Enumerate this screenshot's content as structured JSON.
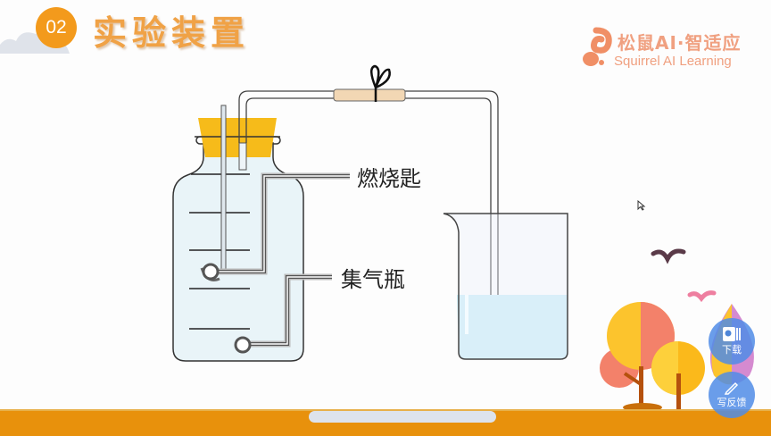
{
  "header": {
    "section_number": "02",
    "title": "实验装置"
  },
  "brand": {
    "name_cn": "松鼠AI·智适应",
    "name_en": "Squirrel AI Learning",
    "accent_color": "#f39a1c"
  },
  "diagram": {
    "labels": {
      "spoon": "燃烧匙",
      "gas_bottle": "集气瓶"
    },
    "colors": {
      "stopper": "#f6bb1a",
      "bottle_fill": "#e9f4f8",
      "water": "#cdeff8",
      "rubber_tube": "#f2d7b4"
    }
  },
  "floating_buttons": {
    "download_label": "下载",
    "feedback_label": "写反馈"
  },
  "footer": {
    "ground_color": "#e8910c"
  }
}
